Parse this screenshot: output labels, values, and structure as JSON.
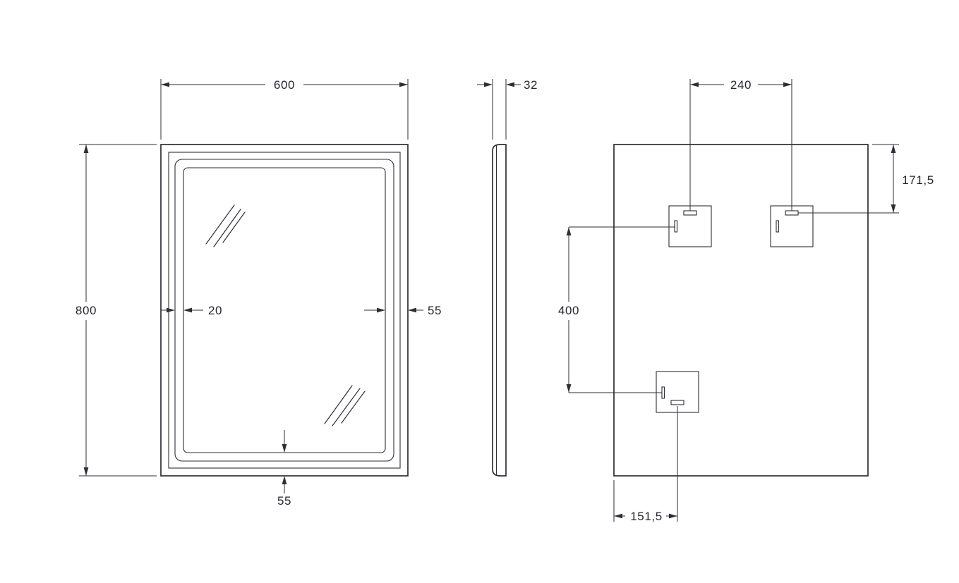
{
  "front_view": {
    "width_label": "600",
    "height_label": "800",
    "strip_width_label": "20",
    "side_margin_label": "55",
    "bottom_margin_label": "55"
  },
  "side_view": {
    "depth_label": "32"
  },
  "back_view": {
    "bracket_spacing_label": "240",
    "top_offset_label": "171,5",
    "vertical_spacing_label": "400",
    "left_offset_label": "151,5"
  },
  "colors": {
    "line": "#2e2e36",
    "text": "#26262e",
    "background": "#ffffff"
  }
}
